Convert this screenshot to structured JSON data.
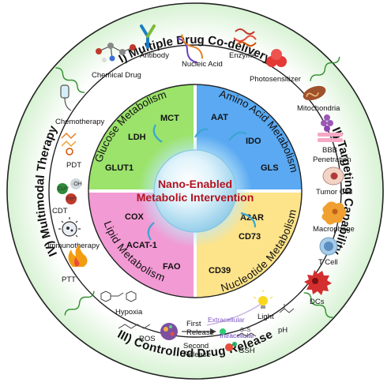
{
  "center": {
    "line1": "Nano-Enabled",
    "line2": "Metabolic Intervention"
  },
  "ring_titles": {
    "top": "I) Multiple Drug Co-delivery",
    "right": "II) Targeting Capability",
    "bottom": "III) Controlled Drug Release",
    "left": "IV) Multimodal Therapy"
  },
  "quadrants": {
    "glucose": {
      "title": "Glucose Metabolism",
      "items": [
        "MCT",
        "LDH",
        "GLUT1"
      ],
      "color": "#9be36b"
    },
    "amino": {
      "title": "Amino Acid Metabolism",
      "items": [
        "AAT",
        "IDO",
        "GLS"
      ],
      "color": "#5aa9f2"
    },
    "lipid": {
      "title": "Lipid Metabolism",
      "items": [
        "COX",
        "ACAT-1",
        "FAO"
      ],
      "color": "#f29ad4"
    },
    "nucleotide": {
      "title": "Nucleotide Metabolism",
      "items": [
        "A2AR",
        "CD73",
        "CD39"
      ],
      "color": "#fde38a"
    }
  },
  "codelivery": [
    "Chemical Drug",
    "Antibody",
    "Nucleic Acid",
    "Enzyme",
    "Photosensitizer"
  ],
  "targeting": [
    "Mitochondria",
    "BBB",
    "Penetration",
    "Tumor Cell",
    "Macrophage",
    "T Cell",
    "DCs"
  ],
  "therapy": [
    "Chemotherapy",
    "PDT",
    "CDT",
    "Immunotherapy",
    "PTT"
  ],
  "release": {
    "hypoxia": "Hypoxia",
    "ros": "ROS",
    "first": [
      "First",
      "Release"
    ],
    "second": [
      "Second",
      "Release"
    ],
    "extracellular": "Extracellular",
    "intracellular": "Intracellular",
    "light": "Light",
    "ph": "pH",
    "gsh": "GSH"
  },
  "cdt_labels": {
    "cu": "Cu²⁺",
    "oh": "·OH",
    "fe": "Fe²⁺"
  },
  "colors": {
    "ring_outer": "#e8f8e6",
    "ring_inner": "#ffffff",
    "wave": "#2f8f2f",
    "glow": "#9fdcf5"
  }
}
